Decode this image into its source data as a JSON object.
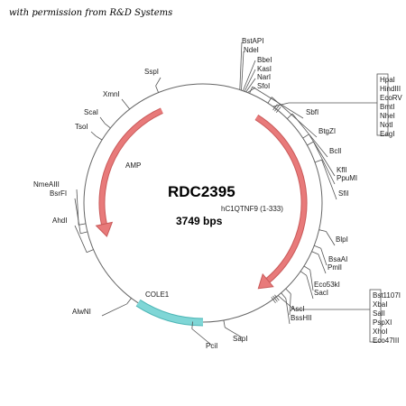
{
  "credit": "with permission from R&D Systems",
  "plasmid": {
    "name": "RDC2395",
    "insert": "hC1QTNF9 (1-333)",
    "size": "3749 bps"
  },
  "colors": {
    "arrow_fill": "#e87a7a",
    "arrow_stroke": "#c95a5a",
    "ori_fill": "#7fd6d6",
    "ori_stroke": "#4cb5b5",
    "backbone": "#666666"
  },
  "features": [
    {
      "key": "amp",
      "label": "AMP",
      "type": "arrow"
    },
    {
      "key": "insert",
      "label": "hC1QTNF9 (1-333)",
      "type": "arrow"
    },
    {
      "key": "cole1",
      "label": "COLE1",
      "type": "origin"
    }
  ],
  "sites": {
    "top_cluster": [
      "BstAPI",
      "NdeI",
      "BbeI",
      "KasI",
      "NarI",
      "SfoI"
    ],
    "mcs1": [
      "HpaI",
      "HindIII",
      "EcoRV",
      "BmtI",
      "NheI",
      "NotI",
      "EagI"
    ],
    "mcs2": [
      "Bst1107I",
      "XbaI",
      "SalI",
      "PspXI",
      "XhoI",
      "Eco47III"
    ],
    "single": [
      "SspI",
      "XmnI",
      "ScaI",
      "TsoI",
      "NmeAIII",
      "BsrFI",
      "AhdI",
      "AlwNI",
      "PciI",
      "SapI",
      "SbfI",
      "BtgZI",
      "BclI",
      "KflI",
      "PpuMI",
      "SfiI",
      "BlpI",
      "BsaAI",
      "PmlI",
      "Eco53kI",
      "SacI",
      "AscI",
      "BssHII"
    ]
  }
}
